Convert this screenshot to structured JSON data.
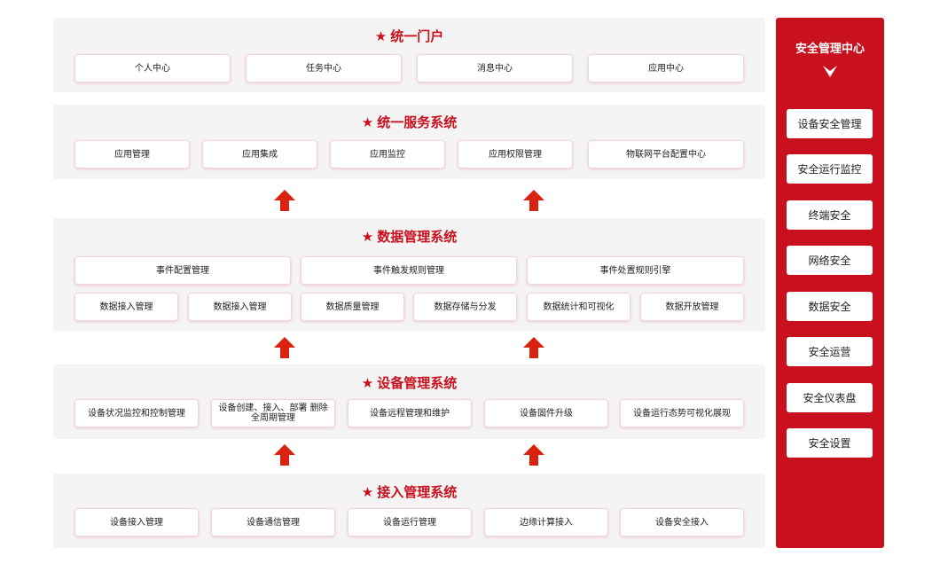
{
  "sections": {
    "portal": {
      "title": "统一门户",
      "items": [
        "个人中心",
        "任务中心",
        "消息中心",
        "应用中心"
      ]
    },
    "service": {
      "title": "统一服务系统",
      "items": [
        "应用管理",
        "应用集成",
        "应用监控",
        "应用权限管理",
        "物联网平台配置中心"
      ]
    },
    "data": {
      "title": "数据管理系统",
      "row1": [
        "事件配置管理",
        "事件触发规则管理",
        "事件处置规则引擎"
      ],
      "row2": [
        "数据接入管理",
        "数据接入管理",
        "数据质量管理",
        "数据存储与分发",
        "数据统计和可视化",
        "数据开放管理"
      ]
    },
    "device": {
      "title": "设备管理系统",
      "items": [
        "设备状况监控和控制管理",
        "设备创建、接入、部署 删除全周期管理",
        "设备远程管理和维护",
        "设备固件升级",
        "设备运行态势可视化展现"
      ]
    },
    "access": {
      "title": "接入管理系统",
      "items": [
        "设备接入管理",
        "设备通信管理",
        "设备运行管理",
        "边缘计算接入",
        "设备安全接入"
      ]
    }
  },
  "security_center": {
    "title": "安全管理中心",
    "items": [
      "设备安全管理",
      "安全运行监控",
      "终端安全",
      "网络安全",
      "数据安全",
      "安全运营",
      "安全仪表盘",
      "安全设置"
    ]
  },
  "icons": {
    "star": "star-icon",
    "arrow": "arrow-up-icon",
    "chevron": "chevron-down-icon"
  },
  "colors": {
    "accent": "#c8101e",
    "arrow": "#d9220f",
    "panel_bg": "#f5f4f5"
  }
}
